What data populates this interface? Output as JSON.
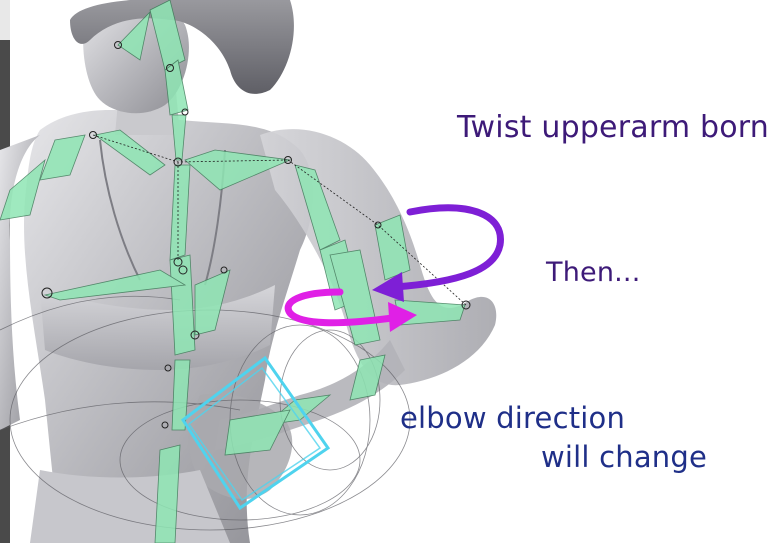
{
  "captions": {
    "twist": "Twist upperarm born",
    "then": "Then...",
    "elbow_line1": "elbow direction",
    "elbow_line2": "will change"
  },
  "colors": {
    "caption_purple": "#3d1a78",
    "caption_blue": "#1f2f88",
    "arrow_violet": "#7e1fd6",
    "arrow_magenta": "#e020e6",
    "bone_green": "#8fe6b4",
    "ik_cyan": "#4fd3ee",
    "skin_grey": "#b9b9bd",
    "left_strip": "#4a4a4a"
  },
  "icons": {
    "twist_arrow": "rotation-arrow-icon",
    "elbow_arrow": "rotation-arrow-icon",
    "ik_handle": "square-handle-icon"
  }
}
